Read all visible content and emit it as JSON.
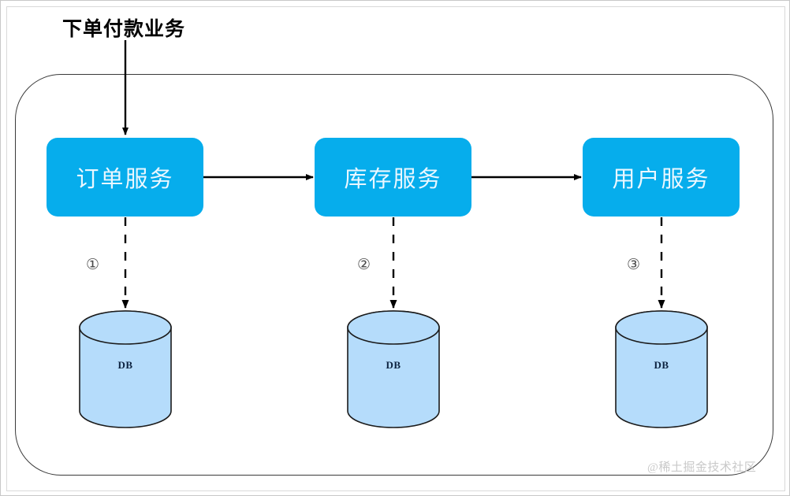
{
  "diagram": {
    "title": "下单付款业务",
    "boundary_label": "",
    "services": [
      {
        "id": "order-service",
        "label": "订单服务",
        "step": "①",
        "db_label": "DB"
      },
      {
        "id": "inventory-service",
        "label": "库存服务",
        "step": "②",
        "db_label": "DB"
      },
      {
        "id": "user-service",
        "label": "用户服务",
        "step": "③",
        "db_label": "DB"
      }
    ],
    "flow_arrows": [
      {
        "from": "订单服务",
        "to": "库存服务",
        "style": "solid"
      },
      {
        "from": "库存服务",
        "to": "用户服务",
        "style": "solid"
      }
    ],
    "db_arrows": [
      {
        "from": "订单服务",
        "to": "DB",
        "style": "dashed",
        "label": "①"
      },
      {
        "from": "库存服务",
        "to": "DB",
        "style": "dashed",
        "label": "②"
      },
      {
        "from": "用户服务",
        "to": "DB",
        "style": "dashed",
        "label": "③"
      }
    ],
    "entry_arrow": {
      "from": "下单付款业务",
      "to": "订单服务",
      "style": "solid"
    },
    "watermark": "@稀土掘金技术社区",
    "colors": {
      "service_fill": "#06ADEC",
      "service_text": "#EAF7FF",
      "db_fill": "#B5DCFB",
      "db_stroke": "#1b1b1b",
      "db_text": "#0D2340",
      "arrow": "#000000",
      "boundary": "#3A3A3A",
      "watermark": "#C9C9C9"
    }
  }
}
